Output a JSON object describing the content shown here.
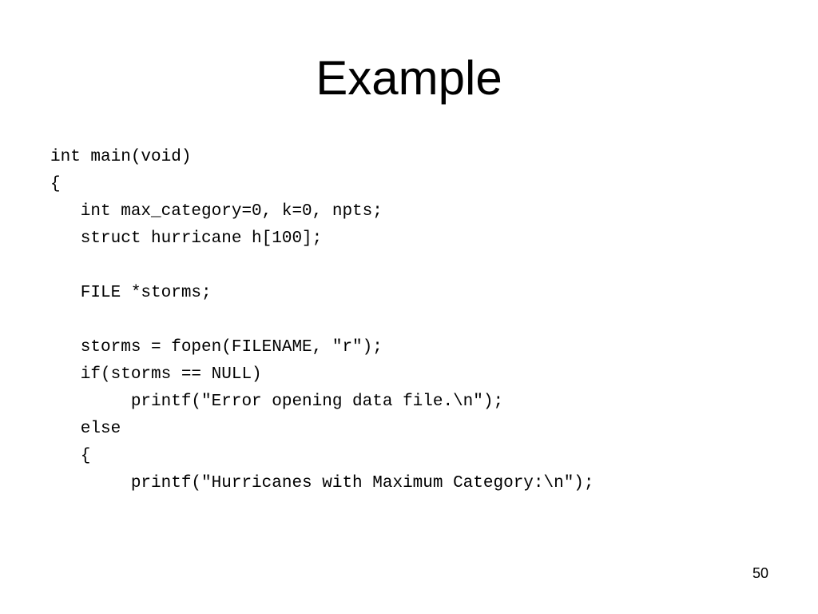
{
  "slide": {
    "title": "Example",
    "page_number": "50",
    "code_lines": [
      "int main(void)",
      "{",
      "   int max_category=0, k=0, npts;",
      "   struct hurricane h[100];",
      "",
      "   FILE *storms;",
      "",
      "   storms = fopen(FILENAME, \"r\");",
      "   if(storms == NULL)",
      "        printf(\"Error opening data file.\\n\");",
      "   else",
      "   {",
      "        printf(\"Hurricanes with Maximum Category:\\n\");"
    ]
  }
}
